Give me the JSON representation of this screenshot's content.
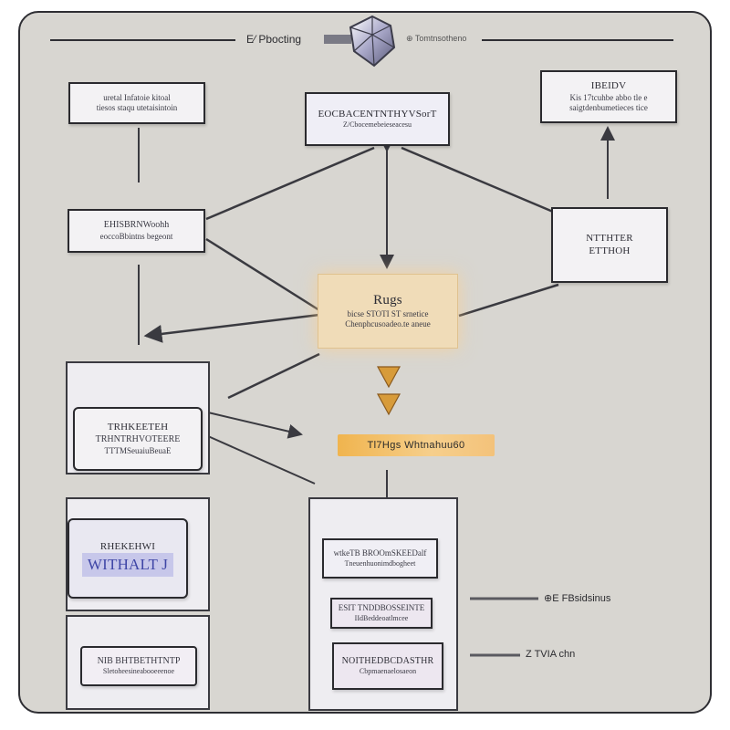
{
  "header": {
    "title_left": "E⁄ Pbocting",
    "title_right": "⊕ Tomtnsotheno"
  },
  "nodes": {
    "top_left": {
      "line1": "uretal Infatoie  kitoal",
      "line2": "tiesos  staqu  utetaisintoin"
    },
    "top_center": {
      "line1": "EOCBACENTNTHYVSorT",
      "line2": "Z/Cbocemebeieseacesu"
    },
    "top_right": {
      "line1": "IBEIDV",
      "line2": "Kis 17tcuhbe abbo tle  e",
      "line3": "saigtdenbumetieces tice"
    },
    "mid_left": {
      "line1": "EHISBRNWoohh",
      "line2": "eoccoBbintns begeont"
    },
    "mid_right": {
      "line1": "NTTHTER",
      "line2": "ETTHOH"
    },
    "center": {
      "line1": "Rugs",
      "line2": "bicse  STOTI ST   srnetice",
      "line3": "Chenphcusoadeo.te aneue"
    }
  },
  "banner": {
    "label": "Tl7Hgs  Whtnahuu60"
  },
  "left_stack": {
    "card1": {
      "line1": "TRHKEETEH",
      "line2": "TRHNTRHVOTEERE",
      "line3": "TTTMSeuaiuBeuaE"
    },
    "card2": {
      "line1": "RHEKEHWI",
      "line2": "WITHALT J"
    },
    "card3": {
      "line1": "NIB BHTBETHTNTP",
      "line2": "Sletoheesineabooeeenoe"
    }
  },
  "bottom_stack": {
    "card1": {
      "line1": "wtkeTB BROOmSKEEDalf",
      "line2": "Tneuenhuonimdbogheet"
    },
    "card2": {
      "line1": "ESIT  TNDDBOSSEINTE",
      "line2": "IIdBeddeoatlmcee"
    },
    "card3": {
      "line1": "NOITHEDBCDASTHR",
      "line2": "Cbpmaenaelosaeon"
    }
  },
  "side_labels": {
    "upper": "⊕E FBsidsinus",
    "lower": "Z TVIA chn"
  }
}
